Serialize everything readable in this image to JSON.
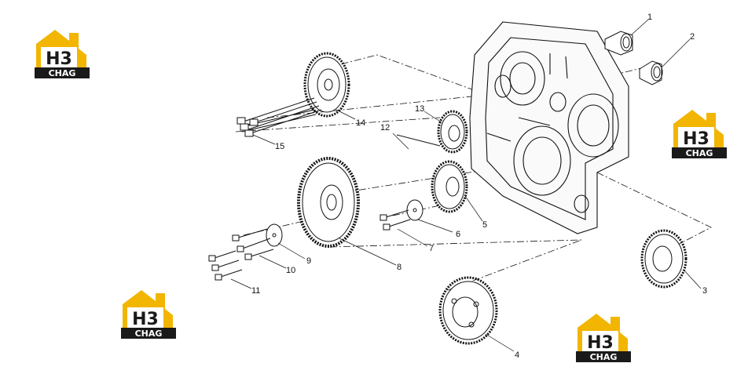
{
  "logo": {
    "mark": "H3",
    "word": "CHAG",
    "accent": "#f2b500",
    "dark": "#1a1a1a"
  },
  "callouts": [
    "1",
    "2",
    "3",
    "4",
    "5",
    "6",
    "7",
    "8",
    "9",
    "10",
    "11",
    "12",
    "13",
    "14",
    "15"
  ]
}
